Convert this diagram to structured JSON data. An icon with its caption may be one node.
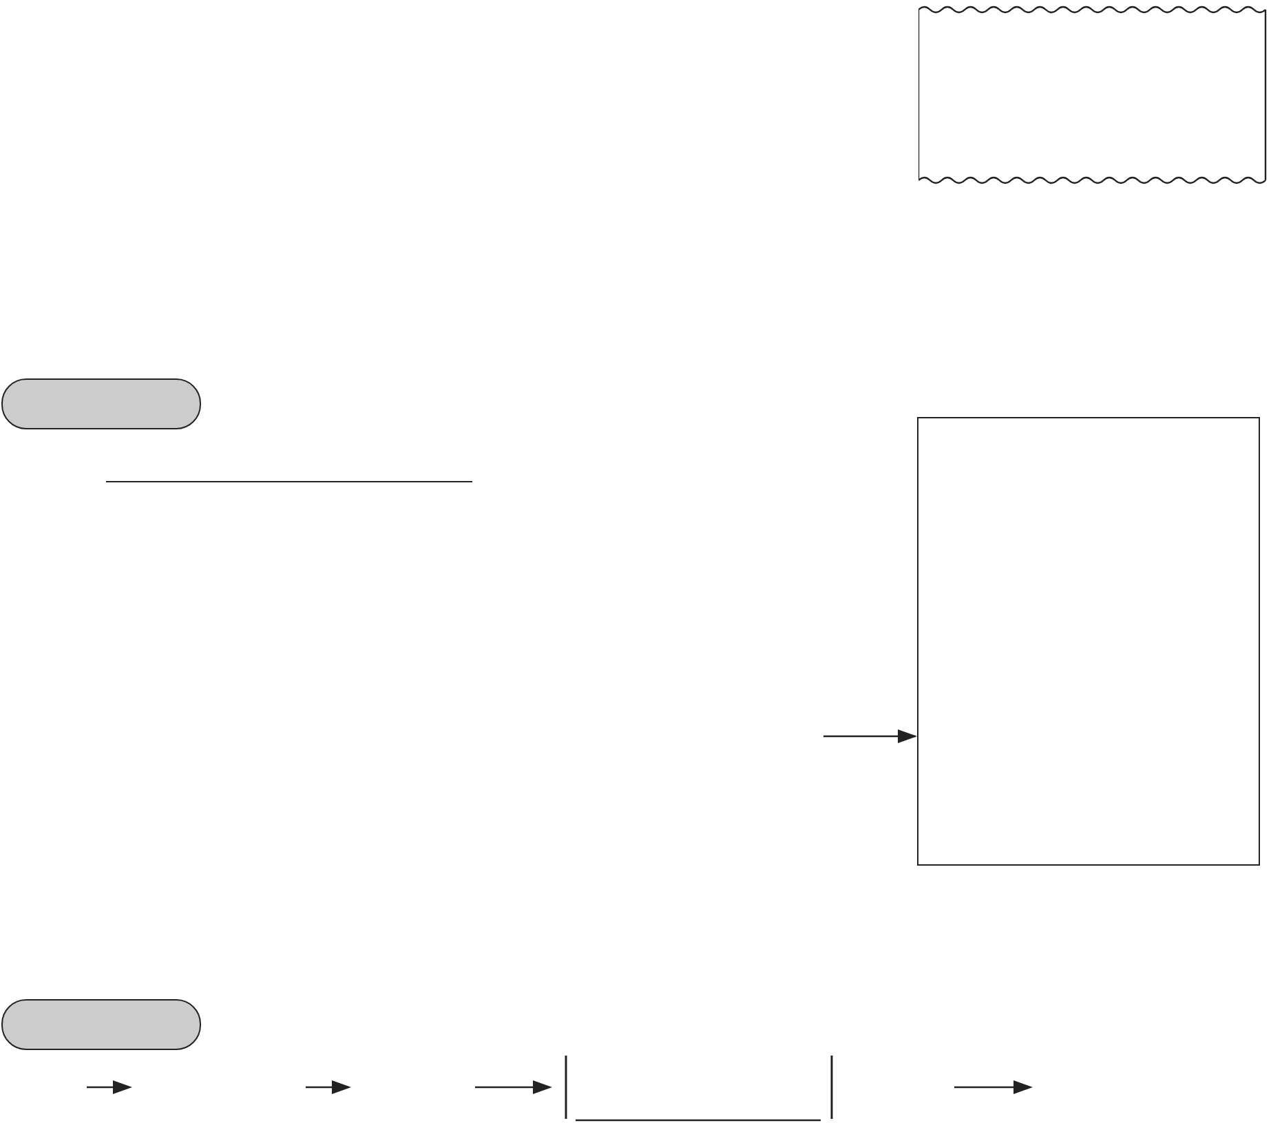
{
  "diagram": {
    "nodes": [
      {
        "text": [],
        "shape": "receipt"
      },
      {
        "text": [],
        "shape": "pill"
      },
      {
        "text": [],
        "shape": "box"
      },
      {
        "text": [],
        "shape": "pill"
      }
    ],
    "edges": [
      {
        "from": null,
        "to": 2,
        "arrow": "to"
      }
    ]
  }
}
